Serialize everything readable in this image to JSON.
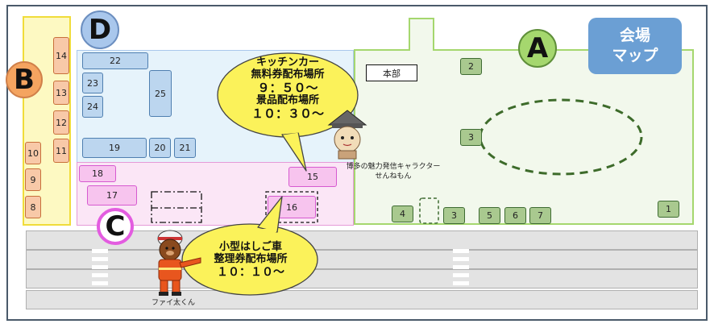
{
  "legend": {
    "title_line1": "会場",
    "title_line2": "マップ",
    "color": "#6b9fd4"
  },
  "zones": [
    {
      "id": "A",
      "label": "A",
      "color": "#a5d76e"
    },
    {
      "id": "B",
      "label": "B",
      "color": "#f4a460"
    },
    {
      "id": "C",
      "label": "C",
      "color": "#e35ce0"
    },
    {
      "id": "D",
      "label": "D",
      "color": "#a9c7ec"
    }
  ],
  "headquarters": "本部",
  "booths": {
    "b": [
      "14",
      "13",
      "12",
      "11",
      "10",
      "9",
      "8"
    ],
    "d": [
      "22",
      "23",
      "24",
      "25",
      "19",
      "20",
      "21"
    ],
    "c": [
      "18",
      "17",
      "15",
      "16"
    ],
    "a": [
      "2",
      "3",
      "4",
      "3",
      "5",
      "6",
      "7",
      "1"
    ]
  },
  "callouts": {
    "kitchen": {
      "line1": "キッチンカー",
      "line2": "無料券配布場所",
      "line3": "９：５０～",
      "line4": "景品配布場所",
      "line5": "１０：３０～"
    },
    "ladder": {
      "line1": "小型はしご車",
      "line2": "整理券配布場所",
      "line3": "１０：１０～"
    }
  },
  "characters": {
    "hakata_line1": "博多の魅力発信キャラクター",
    "hakata_line2": "せんねもん",
    "fire": "ファイ太くん"
  }
}
